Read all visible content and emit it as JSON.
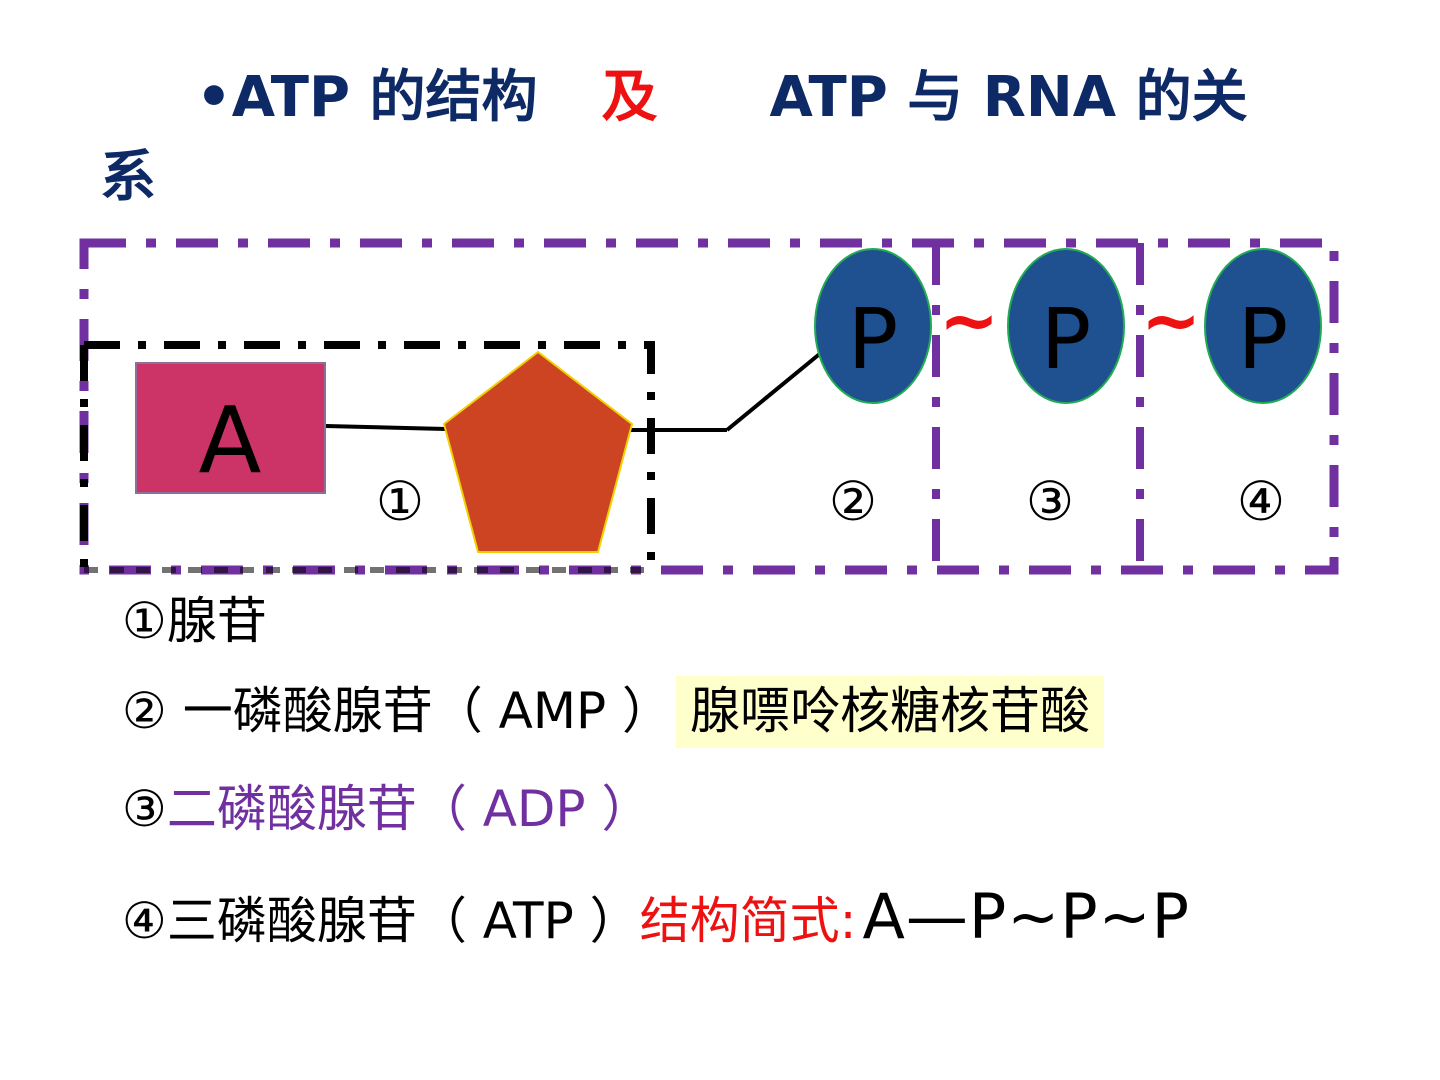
{
  "title": {
    "part1": "•ATP 的结构",
    "connector": "及",
    "part2": "ATP 与 RNA 的关",
    "part3": "系"
  },
  "diagram": {
    "adenine_label": "A",
    "phosphate_label": "P",
    "bond_symbol": "~",
    "markers": [
      "①",
      "②",
      "③",
      "④"
    ],
    "colors": {
      "adenine": "#cc3366",
      "ribose": "#cc4422",
      "ribose_outline": "#f0d000",
      "phosphate": "#1f5090",
      "phosphate_outline": "#22aa55",
      "outer_box": "#7030a0",
      "inner_box": "#000000",
      "bond": "#ee1111"
    }
  },
  "legend": {
    "item1": {
      "marker": "①",
      "text": "腺苷"
    },
    "item2": {
      "marker": "②",
      "text": " 一磷酸腺苷（ AMP ）",
      "note": "腺嘌呤核糖核苷酸"
    },
    "item3": {
      "marker": "③",
      "text": "二磷酸腺苷（ ADP ）"
    },
    "item4": {
      "marker": "④",
      "text": "三磷酸腺苷（ ATP ）",
      "formula_label": "结构简式:",
      "formula": "A—P~P~P"
    }
  }
}
